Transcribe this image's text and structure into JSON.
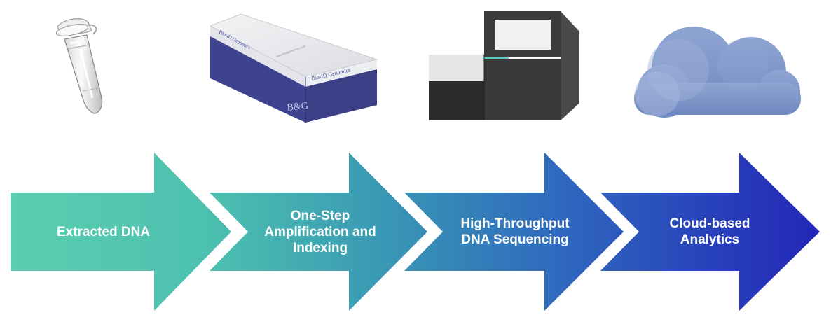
{
  "steps": [
    {
      "id": "extracted-dna",
      "lines": [
        "Extracted DNA"
      ],
      "icon": "tube-icon"
    },
    {
      "id": "amplification",
      "lines": [
        "One-Step",
        "Amplification and",
        "Indexing"
      ],
      "icon": "kit-box-icon"
    },
    {
      "id": "sequencing",
      "lines": [
        "High-Throughput",
        "DNA Sequencing"
      ],
      "icon": "sequencer-icon"
    },
    {
      "id": "analytics",
      "lines": [
        "Cloud-based",
        "Analytics"
      ],
      "icon": "cloud-icon"
    }
  ],
  "box_brand": {
    "logo_text": "Bio-ID Genomics",
    "monogram": "B&G",
    "website": "www.bioidgenomics.com"
  },
  "colors": {
    "arrow_gradient_start": "#5ccdb0",
    "arrow_gradient_mid": "#3a9ab4",
    "arrow_gradient_mid2": "#2f68be",
    "arrow_gradient_end": "#2326b8",
    "label_text": "#ffffff",
    "box_blue": "#3e4390",
    "cloud": "#7b93c6"
  }
}
